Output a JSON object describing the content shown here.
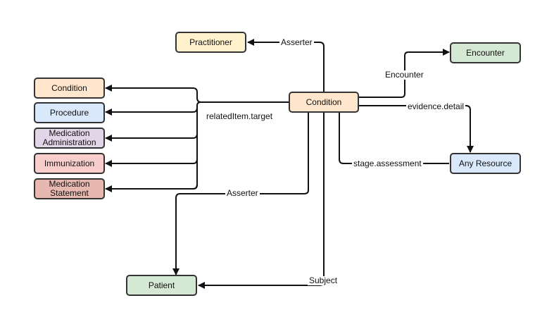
{
  "nodes": {
    "practitioner": {
      "label": "Practitioner",
      "color": "#fff2cc"
    },
    "encounter": {
      "label": "Encounter",
      "color": "#d5e8d4"
    },
    "condition_target": {
      "label": "Condition",
      "color": "#ffe6cc"
    },
    "procedure": {
      "label": "Procedure",
      "color": "#dae8fc"
    },
    "medication_administration": {
      "label": "Medication\nAdministration",
      "color": "#e1d5e7"
    },
    "immunization": {
      "label": "Immunization",
      "color": "#f8cecc"
    },
    "medication_statement": {
      "label": "Medication\nStatement",
      "color": "#e6b8af"
    },
    "condition_main": {
      "label": "Condition",
      "color": "#ffe6cc"
    },
    "any_resource": {
      "label": "Any Resource",
      "color": "#dae8fc"
    },
    "patient": {
      "label": "Patient",
      "color": "#d5e8d4"
    }
  },
  "edges": {
    "asserter_practitioner": "Asserter",
    "encounter": "Encounter",
    "related_item_target": "relatedItem.target",
    "evidence_detail": "evidence.detail",
    "stage_assessment": "stage.assessment",
    "asserter_patient": "Asserter",
    "subject": "Subject"
  }
}
